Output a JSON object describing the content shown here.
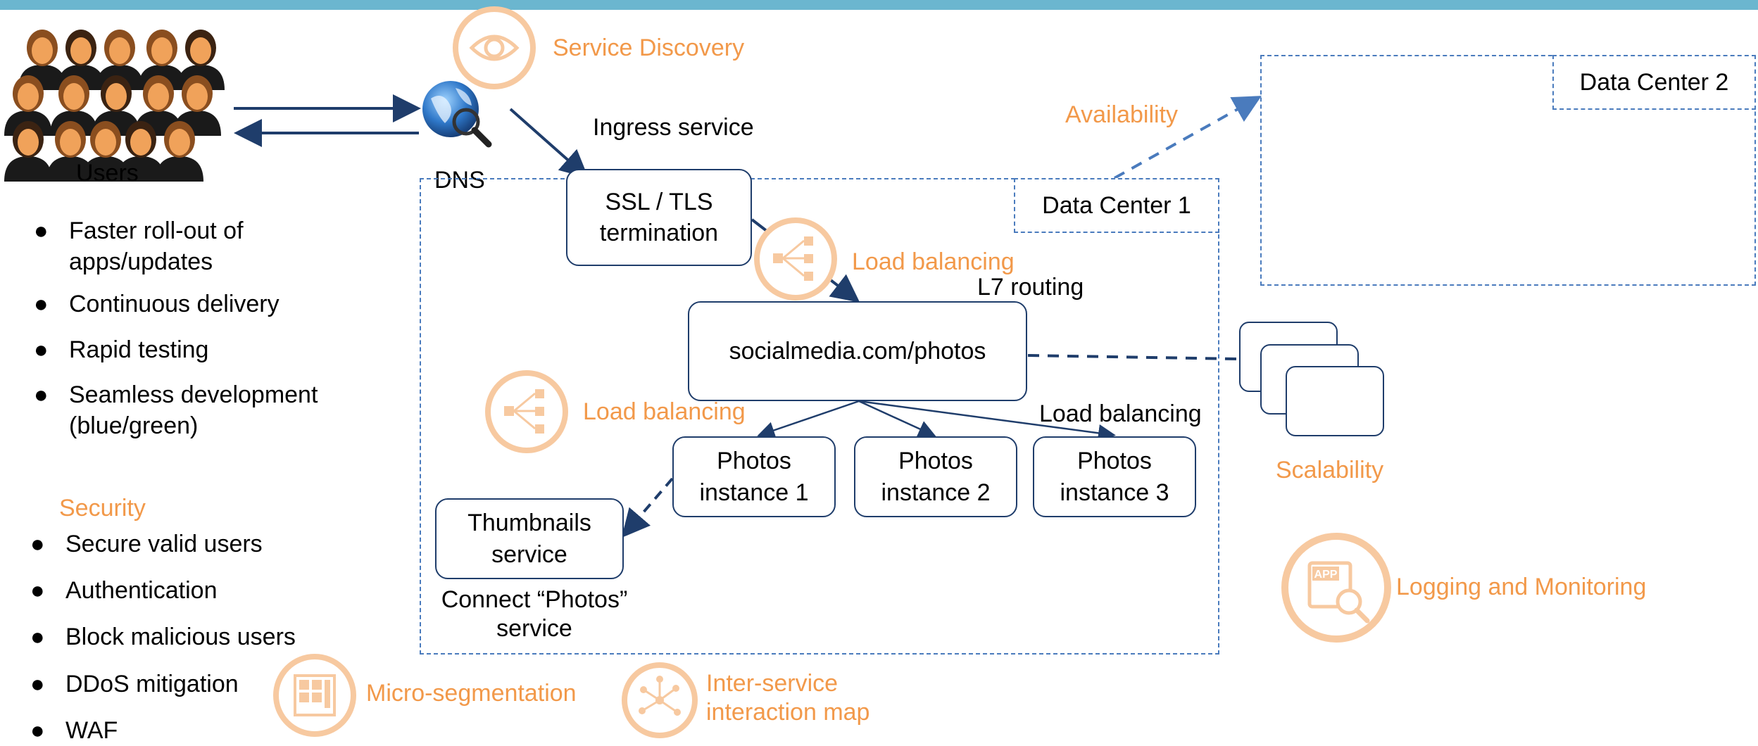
{
  "colors": {
    "bar": "#6bb6cf",
    "navy": "#1f3d6b",
    "accent": "#F2994A",
    "dash": "#4a7bbd"
  },
  "users": {
    "label": "Users"
  },
  "dns": {
    "label": "DNS"
  },
  "service_discovery": {
    "label": "Service Discovery",
    "icon": "eye-icon"
  },
  "ingress": {
    "label": "Ingress service"
  },
  "ssl_box": {
    "line1": "SSL / TLS",
    "line2": "termination"
  },
  "load_balancing_top": {
    "label": "Load balancing",
    "icon": "load-balancer-icon"
  },
  "l7_routing": {
    "label": "L7 routing"
  },
  "social_box": {
    "label": "socialmedia.com/photos"
  },
  "load_balancing_left": {
    "label": "Load balancing",
    "icon": "load-balancer-icon"
  },
  "load_balancing_right": {
    "label": "Load balancing"
  },
  "photos": [
    {
      "line1": "Photos",
      "line2": "instance 1"
    },
    {
      "line1": "Photos",
      "line2": "instance 2"
    },
    {
      "line1": "Photos",
      "line2": "instance 3"
    }
  ],
  "thumbnails": {
    "line1": "Thumbnails",
    "line2": "service"
  },
  "connect": {
    "line1": "Connect “Photos”",
    "line2": "service"
  },
  "data_center_1": {
    "label": "Data Center 1"
  },
  "data_center_2": {
    "label": "Data Center 2"
  },
  "availability": {
    "label": "Availability"
  },
  "scalability": {
    "label": "Scalability"
  },
  "logging": {
    "label": "Logging and Monitoring",
    "icon": "app-monitor-icon"
  },
  "micro_segmentation": {
    "label": "Micro-segmentation",
    "icon": "grid-icon"
  },
  "inter_service": {
    "line1": "Inter-service",
    "line2": "interaction map",
    "icon": "network-map-icon"
  },
  "benefits": [
    {
      "line1": "Faster roll-out of",
      "line2": "apps/updates"
    },
    {
      "line1": "Continuous delivery",
      "line2": ""
    },
    {
      "line1": "Rapid testing",
      "line2": ""
    },
    {
      "line1": "Seamless development",
      "line2": "(blue/green)"
    }
  ],
  "security": {
    "heading": "Security",
    "items": [
      "Secure valid users",
      "Authentication",
      "Block malicious users",
      "DDoS mitigation",
      "WAF"
    ]
  },
  "bullet_char": "●"
}
